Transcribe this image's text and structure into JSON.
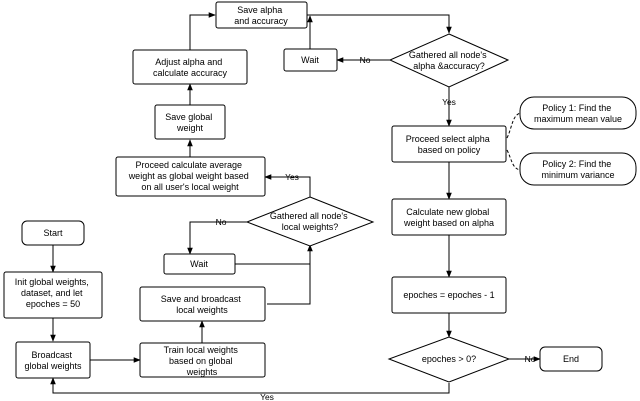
{
  "nodes": {
    "start": [
      "Start"
    ],
    "init": [
      "Init global weights,",
      "dataset, and let",
      "epoches = 50"
    ],
    "broadcast": [
      "Broadcast",
      "global weights"
    ],
    "train": [
      "Train local weights",
      "based on global",
      "weights"
    ],
    "save_broadcast": [
      "Save and broadcast",
      "local weights"
    ],
    "wait_bottom": [
      "Wait"
    ],
    "gather_local": [
      "Gathered all node's",
      "local weights?"
    ],
    "calc_average": [
      "Proceed calculate average",
      "weight as global weight based",
      "on all user's local weight"
    ],
    "save_global": [
      "Save global",
      "weight"
    ],
    "adjust_alpha": [
      "Adjust alpha and",
      "calculate accuracy"
    ],
    "save_alpha": [
      "Save alpha",
      "and accuracy"
    ],
    "wait_top": [
      "Wait"
    ],
    "gather_alpha": [
      "Gathered all node's",
      "alpha &accuracy?"
    ],
    "select_alpha": [
      "Proceed select alpha",
      "based on policy"
    ],
    "policy1": [
      "Policy 1: Find the",
      "maximum mean value"
    ],
    "policy2": [
      "Policy 2: Find the",
      "minimum variance"
    ],
    "calc_new_global": [
      "Calculate new global",
      "weight based on alpha"
    ],
    "epoch_update": [
      "epoches = epoches - 1"
    ],
    "epoch_check": [
      "epoches > 0?"
    ],
    "end": [
      "End"
    ]
  },
  "edge_labels": {
    "no_wait_top": "No",
    "yes_select": "Yes",
    "yes_calc": "Yes",
    "no_wait_bottom": "No",
    "no_end": "No",
    "yes_loop": "Yes"
  },
  "colors": {
    "stroke": "#000000",
    "fill": "#ffffff",
    "text": "#000000"
  }
}
